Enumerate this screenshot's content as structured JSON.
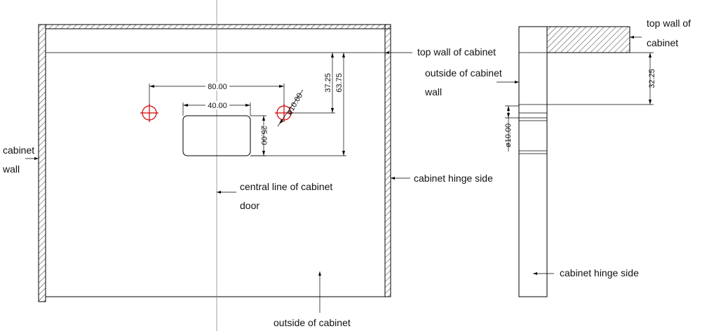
{
  "labels": {
    "cabinet_wall_line1": "cabinet",
    "cabinet_wall_line2": "wall",
    "top_wall_front": "top wall of cabinet",
    "outside_wall_line1": "outside of cabinet",
    "outside_wall_line2": "wall",
    "hinge_side_front": "cabinet hinge side",
    "central_line_line1": "central line of cabinet",
    "central_line_line2": "door",
    "outside_cabinet": "outside of cabinet",
    "top_wall_side_line1": "top wall of",
    "top_wall_side_line2": "cabinet",
    "hinge_side_side": "cabinet hinge side"
  },
  "dimensions": {
    "hole_spacing": "80.00",
    "handle_width": "40.00",
    "handle_height": "25.00",
    "hole_diameter_front": "ø10.00",
    "hole_offset_top": "37.25",
    "handle_offset_top": "63.75",
    "side_offset_top": "32.25",
    "hole_diameter_side": "ø10.00"
  }
}
